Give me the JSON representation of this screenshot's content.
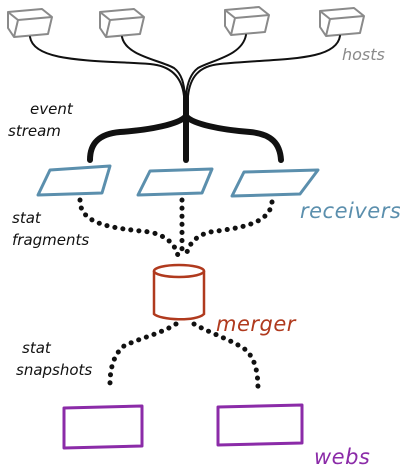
{
  "labels": {
    "hosts": "hosts",
    "event_stream": [
      "event",
      "stream"
    ],
    "receivers": "receivers",
    "stat_fragments": [
      "stat",
      "fragments"
    ],
    "merger": "merger",
    "stat_snapshots": [
      "stat",
      "snapshots"
    ],
    "webs": "webs"
  },
  "colors": {
    "hosts": "#8a8a8a",
    "event_stream": "#111111",
    "receivers": "#5b8fad",
    "merger": "#b03a1e",
    "webs": "#8b2ba8",
    "dots": "#111111"
  },
  "counts": {
    "hosts": 4,
    "receivers": 3,
    "mergers": 1,
    "webs": 2
  },
  "icons": {
    "host": "server-box-icon",
    "receiver": "parallelogram-icon",
    "merger": "cylinder-icon",
    "web": "rectangle-icon"
  }
}
